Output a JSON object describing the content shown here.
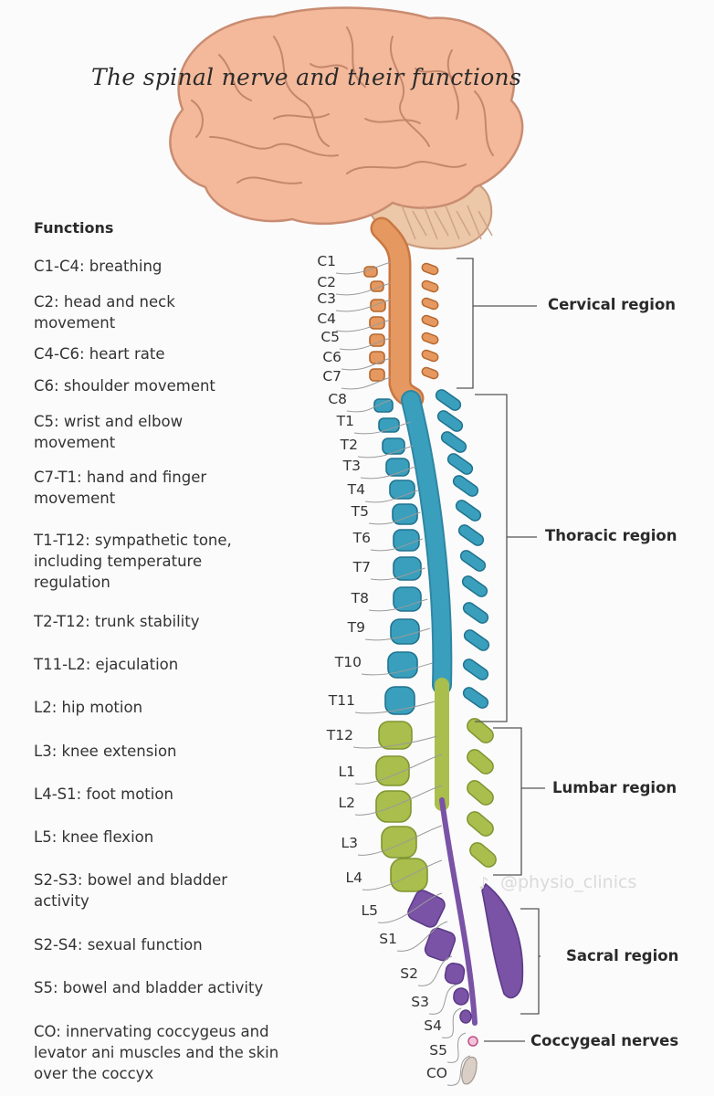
{
  "title": "The spinal nerve and their functions",
  "functions_heading": "Functions",
  "functions": [
    {
      "text": "C1-C4: breathing"
    },
    {
      "text": "C2: head and neck\nmovement"
    },
    {
      "text": "C4-C6: heart rate"
    },
    {
      "text": "C6: shoulder movement"
    },
    {
      "text": "C5: wrist and elbow\nmovement"
    },
    {
      "text": "C7-T1: hand and finger\nmovement"
    },
    {
      "text": "T1-T12: sympathetic tone,\nincluding temperature\nregulation"
    },
    {
      "text": "T2-T12: trunk stability"
    },
    {
      "text": "T11-L2: ejaculation"
    },
    {
      "text": "L2: hip motion"
    },
    {
      "text": "L3: knee extension"
    },
    {
      "text": "L4-S1: foot motion"
    },
    {
      "text": "L5: knee flexion"
    },
    {
      "text": "S2-S3: bowel and bladder\nactivity"
    },
    {
      "text": "S2-S4: sexual function"
    },
    {
      "text": "S5: bowel and bladder activity"
    },
    {
      "text": "CO: innervating coccygeus and\nlevator ani muscles and the skin\nover the coccyx"
    }
  ],
  "vertebra_labels": [
    "C1",
    "C2",
    "C3",
    "C4",
    "C5",
    "C6",
    "C7",
    "C8",
    "T1",
    "T2",
    "T3",
    "T4",
    "T5",
    "T6",
    "T7",
    "T8",
    "T9",
    "T10",
    "T11",
    "T12",
    "L1",
    "L2",
    "L3",
    "L4",
    "L5",
    "S1",
    "S2",
    "S3",
    "S4",
    "S5",
    "CO"
  ],
  "regions": [
    {
      "name": "Cervical region"
    },
    {
      "name": "Thoracic region"
    },
    {
      "name": "Lumbar region"
    },
    {
      "name": "Sacral region"
    },
    {
      "name": "Coccygeal nerves"
    }
  ],
  "watermark": "@physio_clinics",
  "colors": {
    "brain": "#f3b99a",
    "cervical": "#e59960",
    "thoracic": "#3a9fbc",
    "lumbar": "#a9be4c",
    "sacral": "#7a52a6",
    "coccyx": "#d9cfc7"
  }
}
